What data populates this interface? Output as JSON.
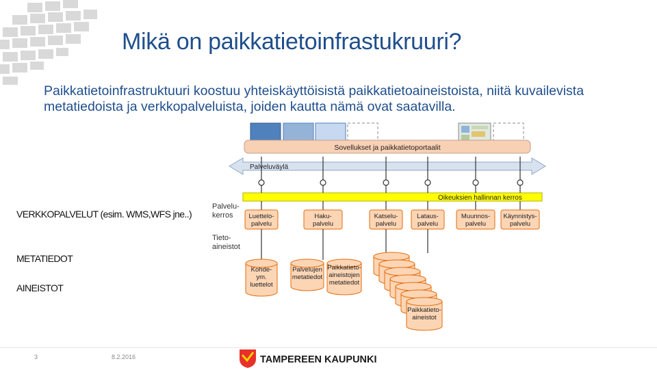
{
  "slide": {
    "title": "Mikä on paikkatietoinfrastukruuri?",
    "intro": "Paikkatietoinfrastruktuuri koostuu yhteiskäyttöisistä paikkatietoaineistoista, niitä kuvailevista metatiedoista ja verkkopalveluista, joiden kautta nämä ovat saatavilla.",
    "side_labels": {
      "verkkopalvelut": "VERKKOPALVELUT (esim. WMS,WFS jne..)",
      "metatiedot": "METATIEDOT",
      "aineistot": "AINEISTOT"
    }
  },
  "diagram": {
    "apps_bar": "Sovellukset ja paikkatietoportaalit",
    "service_bus": "Palveluväylä",
    "rights_layer": "Oikeuksien hallinnan kerros",
    "layer_labels": {
      "service_layer": [
        "Palvelu-",
        "kerros"
      ],
      "data_layer": [
        "Tieto-",
        "aineistot"
      ]
    },
    "services": [
      {
        "lines": [
          "Luettelo-",
          "palvelu"
        ]
      },
      {
        "lines": [
          "Haku-",
          "palvelu"
        ]
      },
      {
        "lines": [
          "Katselu-",
          "palvelu"
        ]
      },
      {
        "lines": [
          "Lataus-",
          "palvelu"
        ]
      },
      {
        "lines": [
          "Muunnos-",
          "palvelu"
        ]
      },
      {
        "lines": [
          "Käynnistys-",
          "palvelu"
        ]
      }
    ],
    "databases": [
      {
        "lines": [
          "Kohde-",
          "ym.",
          "luettelot"
        ]
      },
      {
        "lines": [
          "Palvelujen",
          "metatiedot"
        ]
      },
      {
        "lines": [
          "Paikkatieto-",
          "aineistojen",
          "metatiedot"
        ]
      },
      {
        "lines": [
          "Paikkatieto-",
          "aineistot"
        ]
      }
    ],
    "colors": {
      "apps_bar": "#f8d0b4",
      "service_bus": "#d8e2ef",
      "rights_layer": "#ffff00",
      "boxes": "#fcd5b5",
      "box_border": "#e46c0a",
      "tile_dark": "#4f81bd",
      "tile_mid": "#95b3d7",
      "tile_light": "#c6d9f1"
    }
  },
  "footer": {
    "page": "3",
    "date": "8.2.2016",
    "logo_text": "TAMPEREEN KAUPUNKI"
  }
}
